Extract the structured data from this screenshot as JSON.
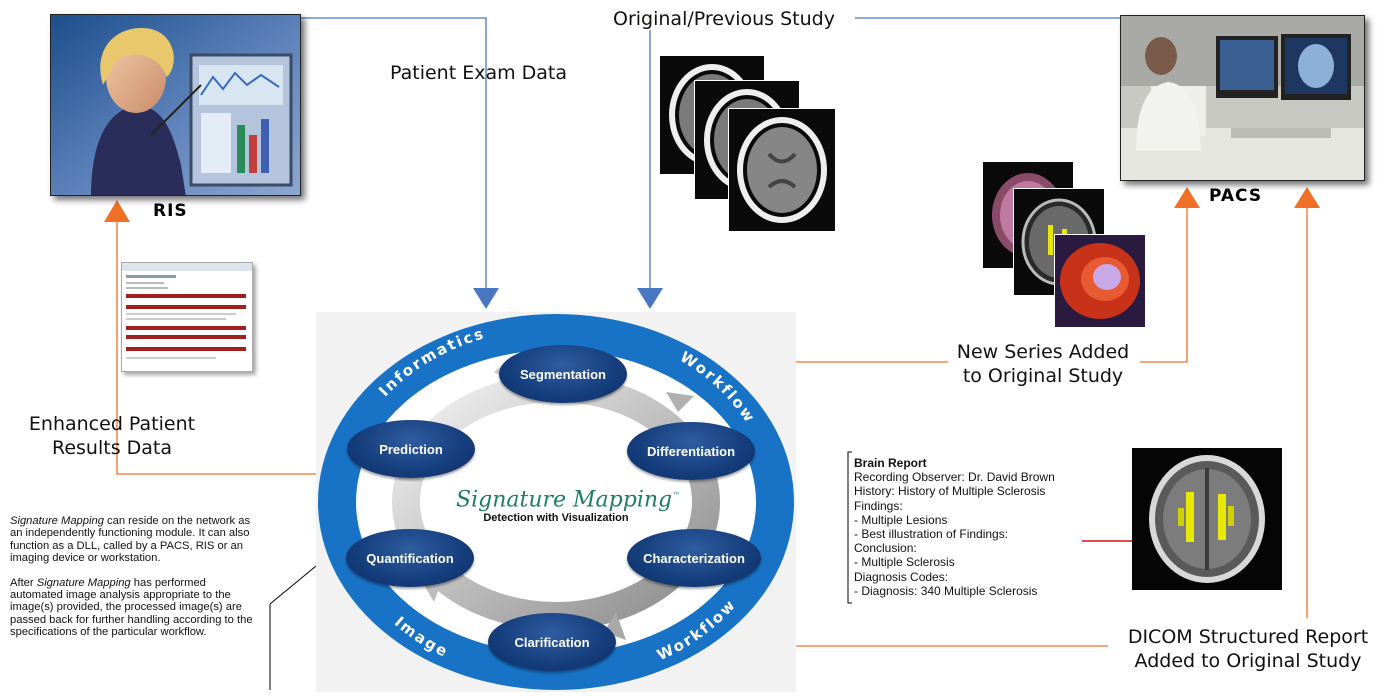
{
  "systems": {
    "ris_label": "RIS",
    "pacs_label": "PACS"
  },
  "flow_labels": {
    "patient_exam": "Patient Exam Data",
    "original_study": "Original/Previous Study",
    "enhanced_results_1": "Enhanced Patient",
    "enhanced_results_2": "Results Data",
    "new_series_1": "New Series Added",
    "new_series_2": "to Original Study",
    "dicom_1": "DICOM Structured Report",
    "dicom_2": "Added to Original Study"
  },
  "cycle": {
    "ring_words": [
      "Informatics",
      "Workflow",
      "Image",
      "Workflow"
    ],
    "steps": [
      "Segmentation",
      "Differentiation",
      "Characterization",
      "Clarification",
      "Quantification",
      "Prediction"
    ],
    "brand": "Signature Mapping",
    "trademark": "™",
    "tagline": "Detection with Visualization"
  },
  "report": {
    "title": "Brain Report",
    "lines": [
      "Recording Observer:  Dr. David Brown",
      "History:  History of Multiple Sclerosis",
      "Findings:",
      "- Multiple Lesions",
      "- Best illustration of Findings:",
      "Conclusion:",
      "- Multiple Sclerosis",
      "Diagnosis Codes:",
      "- Diagnosis:  340 Multiple Sclerosis"
    ]
  },
  "notes": {
    "p1_em": "Signature Mapping",
    "p1_rest": " can reside on the network as an independently functioning module.  It can also function as a DLL, called by a PACS, RIS or an imaging device or workstation.",
    "p2_pre": "After ",
    "p2_em": "Signature Mapping",
    "p2_rest": " has performed automated image analysis appropriate to the image(s) provided, the processed image(s) are passed back for further handling according to the specifications of the particular workflow."
  },
  "colors": {
    "blue_connector": "#4a77c4",
    "orange_connector": "#f07028",
    "ring_blue": "#1872c6",
    "node_blue": "#153d7c",
    "brand_green": "#1f7e62"
  }
}
